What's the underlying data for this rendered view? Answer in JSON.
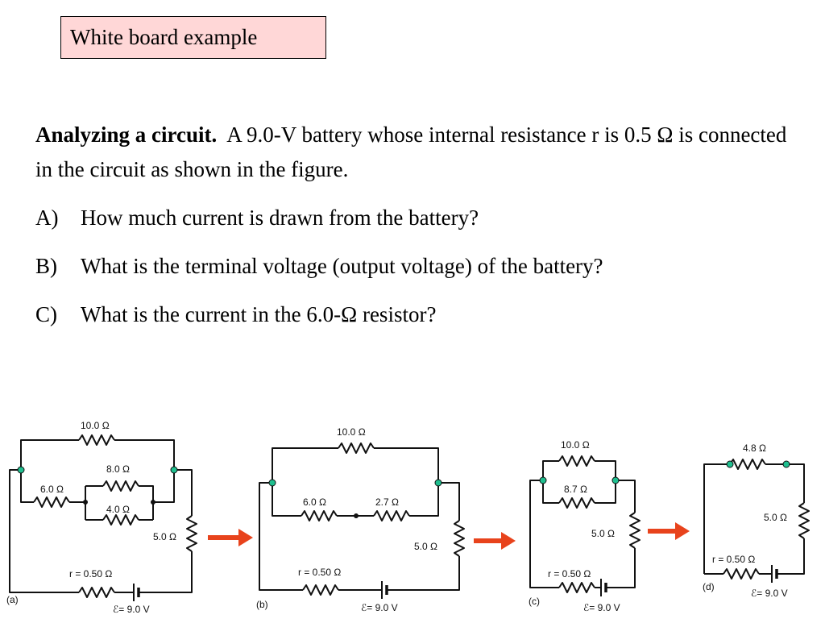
{
  "slide": {
    "title": "White board example",
    "intro_lead": "Analyzing a circuit.",
    "intro_text": "A 9.0-V battery whose internal resistance r is 0.5 Ω is connected in the circuit as shown in the figure.",
    "questions": [
      {
        "label": "A)",
        "text": "How much current is drawn from the battery?"
      },
      {
        "label": "B)",
        "text": "What is the terminal voltage (output voltage) of the battery?"
      },
      {
        "label": "C)",
        "text": "What is the current in the 6.0-Ω resistor?"
      }
    ]
  },
  "circuits": {
    "a": {
      "label": "(a)",
      "r_top": "10.0 Ω",
      "r_8": "8.0 Ω",
      "r_4": "4.0 Ω",
      "r_6": "6.0 Ω",
      "r_5": "5.0 Ω",
      "r_int": "r = 0.50 Ω",
      "emf": "ℰ= 9.0 V"
    },
    "b": {
      "label": "(b)",
      "r_top": "10.0 Ω",
      "r_6": "6.0 Ω",
      "r_27": "2.7 Ω",
      "r_5": "5.0 Ω",
      "r_int": "r = 0.50 Ω",
      "emf": "ℰ= 9.0 V"
    },
    "c": {
      "label": "(c)",
      "r_top": "10.0 Ω",
      "r_87": "8.7 Ω",
      "r_5": "5.0 Ω",
      "r_int": "r = 0.50 Ω",
      "emf": "ℰ= 9.0 V"
    },
    "d": {
      "label": "(d)",
      "r_48": "4.8 Ω",
      "r_5": "5.0 Ω",
      "r_int": "r = 0.50 Ω",
      "emf": "ℰ= 9.0 V"
    }
  },
  "colors": {
    "title_bg": "#ffd7d7",
    "node_fill": "#1fbf8f",
    "arrow": "#e8431c"
  }
}
